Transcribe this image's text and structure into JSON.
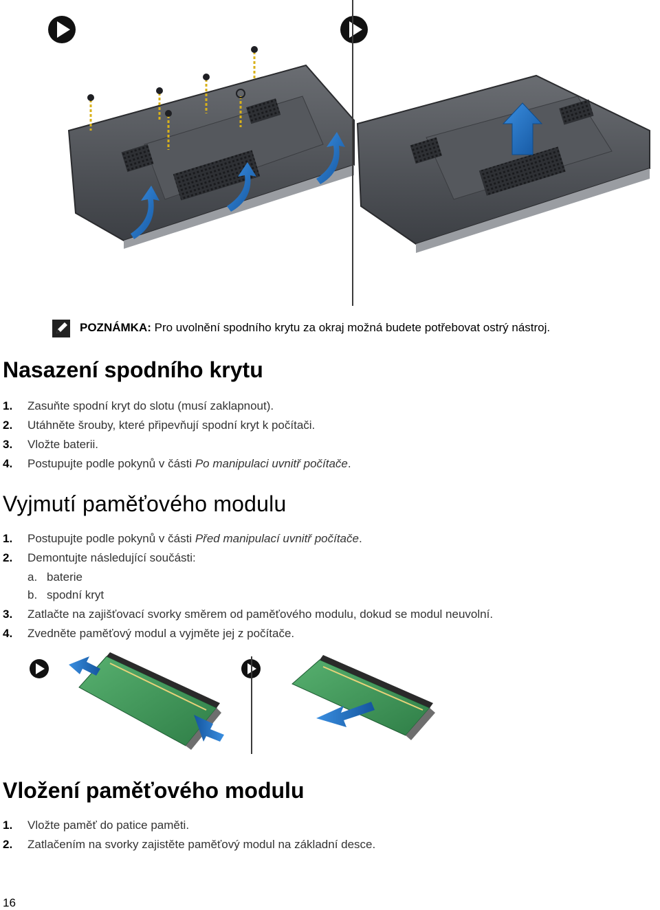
{
  "note": {
    "label": "POZNÁMKA:",
    "text": " Pro uvolnění spodního krytu za okraj možná budete potřebovat ostrý nástroj."
  },
  "section1": {
    "title": "Nasazení spodního krytu",
    "steps": [
      {
        "num": "1.",
        "text": "Zasuňte spodní kryt do slotu (musí zaklapnout)."
      },
      {
        "num": "2.",
        "text": "Utáhněte šrouby, které připevňují spodní kryt k počítači."
      },
      {
        "num": "3.",
        "text": "Vložte baterii."
      },
      {
        "num": "4.",
        "text": "Postupujte podle pokynů v části ",
        "italic": "Po manipulaci uvnitř počítače",
        "end": "."
      }
    ]
  },
  "section2": {
    "title": "Vyjmutí paměťového modulu",
    "steps": [
      {
        "num": "1.",
        "text": "Postupujte podle pokynů v části ",
        "italic": "Před manipulací uvnitř počítače",
        "end": "."
      },
      {
        "num": "2.",
        "text": "Demontujte následující součásti:"
      },
      {
        "num": "3.",
        "text": "Zatlačte na zajišťovací svorky směrem od paměťového modulu, dokud se modul neuvolní."
      },
      {
        "num": "4.",
        "text": "Zvedněte paměťový modul a vyjměte jej z počítače."
      }
    ],
    "substeps": [
      {
        "letter": "a.",
        "text": "baterie"
      },
      {
        "letter": "b.",
        "text": "spodní kryt"
      }
    ]
  },
  "section3": {
    "title": "Vložení paměťového modulu",
    "steps": [
      {
        "num": "1.",
        "text": "Vložte paměť do patice paměti."
      },
      {
        "num": "2.",
        "text": "Zatlačením na svorky zajistěte paměťový modul na základní desce."
      }
    ]
  },
  "page_number": "16",
  "colors": {
    "arrow_blue": "#1e6fc2",
    "laptop_body": "#4a4d52",
    "pcb_green": "#3f9a5a"
  }
}
